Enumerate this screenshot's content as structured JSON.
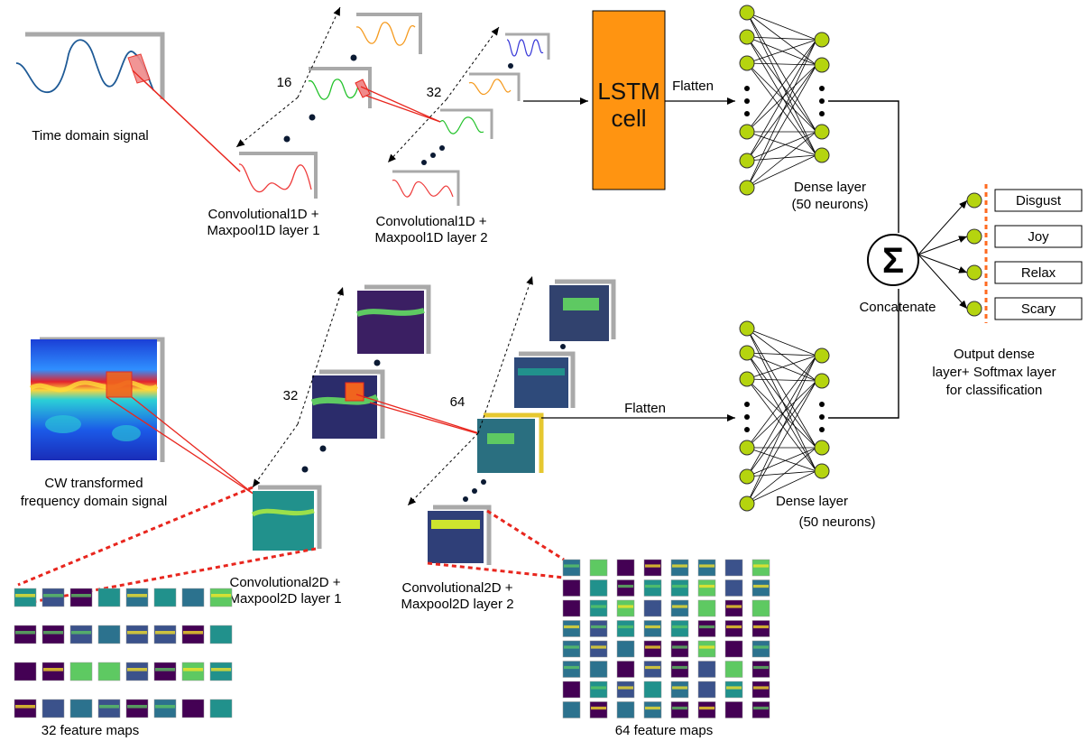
{
  "top_branch": {
    "input_label": "Time domain signal",
    "conv1_label": [
      "Convolutional1D +",
      "Maxpool1D layer 1"
    ],
    "conv1_count": "16",
    "conv2_label": [
      "Convolutional1D +",
      "Maxpool1D layer 2"
    ],
    "conv2_count": "32",
    "lstm_label": [
      "LSTM",
      "cell"
    ],
    "flatten_label": "Flatten",
    "dense_label": [
      "Dense layer",
      "(50 neurons)"
    ]
  },
  "bottom_branch": {
    "input_label": [
      "CW transformed",
      "frequency domain signal"
    ],
    "conv1_label": [
      "Convolutional2D +",
      "Maxpool2D layer 1"
    ],
    "conv1_count": "32",
    "conv2_label": [
      "Convolutional2D +",
      "Maxpool2D layer 2"
    ],
    "conv2_count": "64",
    "flatten_label": "Flatten",
    "dense_label": [
      "Dense layer",
      "(50 neurons)"
    ],
    "fmaps1_label": "32 feature maps",
    "fmaps2_label": "64 feature maps"
  },
  "merge": {
    "symbol": "Σ",
    "label": "Concatenate",
    "output_label": [
      "Output dense",
      "layer+ Softmax layer",
      "for classification"
    ]
  },
  "classes": [
    "Disgust",
    "Joy",
    "Relax",
    "Scary"
  ],
  "colors": {
    "lstm_fill": "#ff9411",
    "neuron_fill": "#b5d40f",
    "signal_blue": "#1e5a96",
    "signal_green": "#22c22a",
    "signal_orange": "#f59a1e",
    "signal_red": "#ee3b3b",
    "signal_violet": "#3a3ad8",
    "projection_red": "#e8261e",
    "divider_orange": "#ff6a1f",
    "viridis_dark": "#440154",
    "viridis_teal": "#21918c",
    "viridis_green": "#5ec962",
    "viridis_yellow": "#fde725"
  }
}
